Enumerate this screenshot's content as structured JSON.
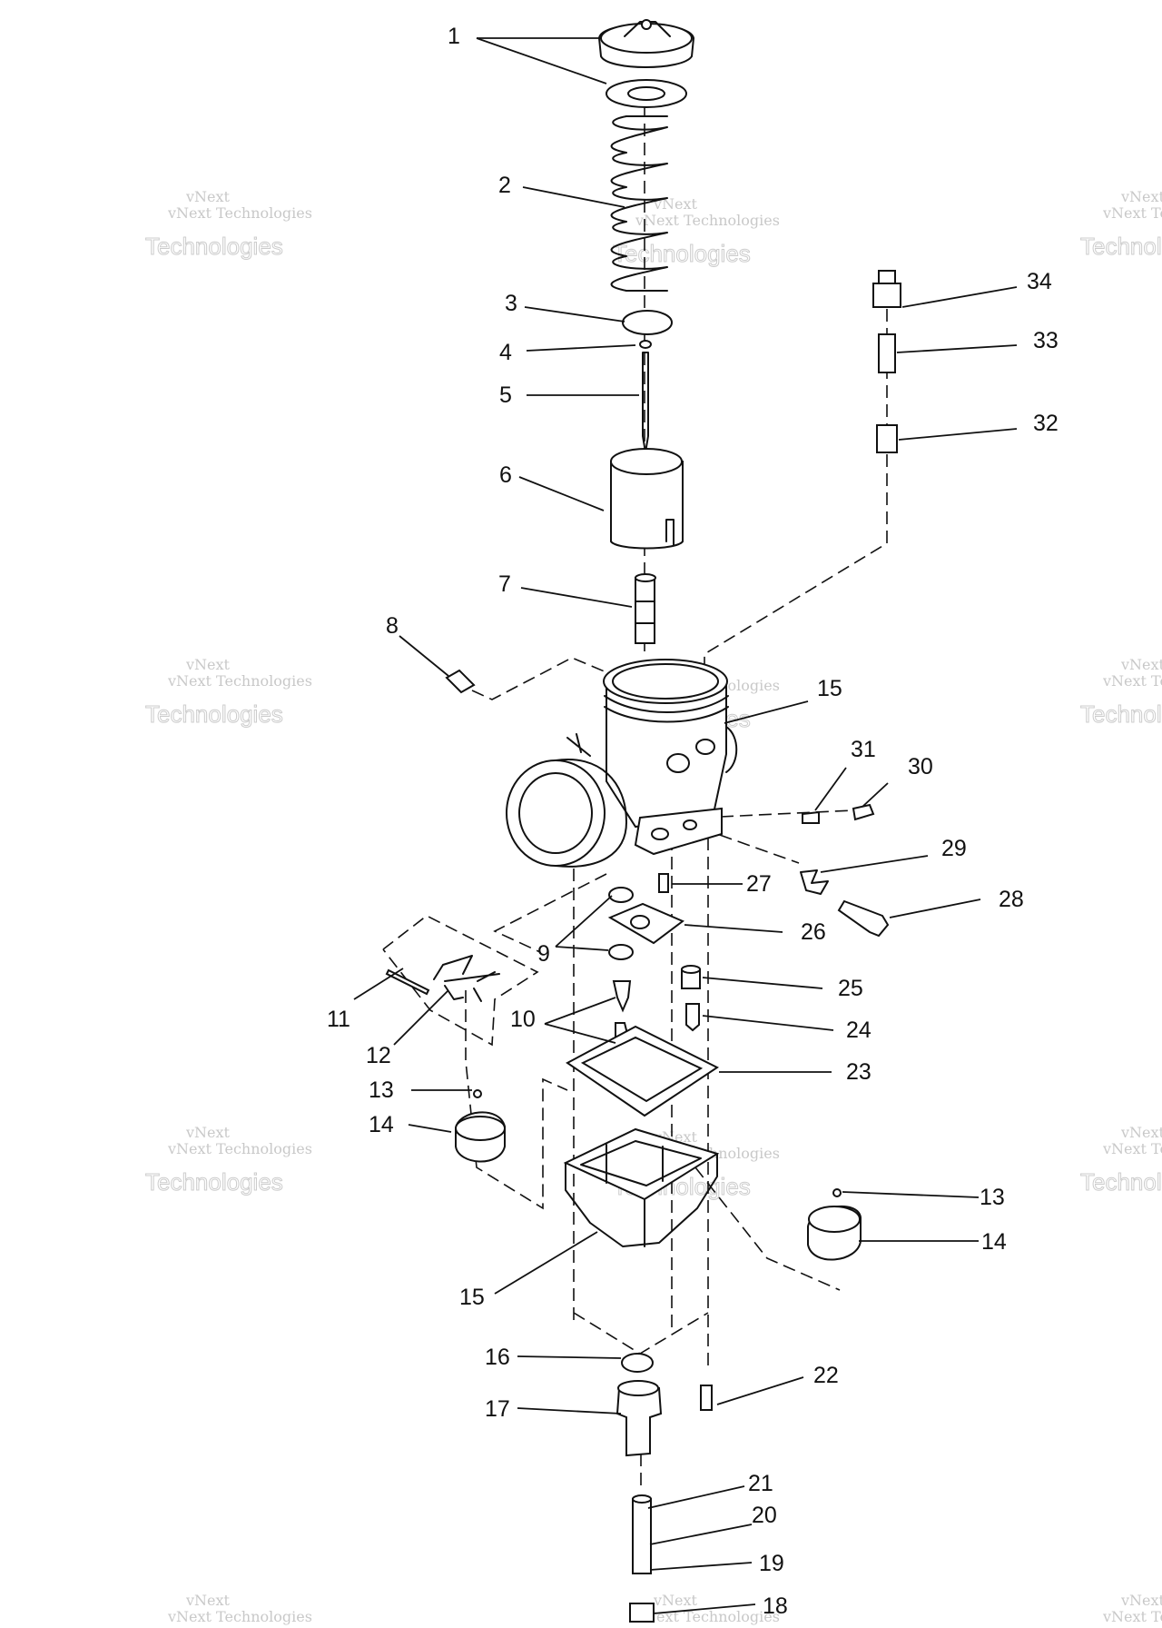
{
  "watermark": {
    "small_text": "vNext Technologies",
    "large_text": "Technologies",
    "top_text": "vNext"
  },
  "callouts": [
    "1",
    "2",
    "3",
    "4",
    "5",
    "6",
    "7",
    "8",
    "9",
    "10",
    "11",
    "12",
    "13",
    "14",
    "15",
    "15",
    "16",
    "17",
    "18",
    "19",
    "20",
    "21",
    "22",
    "23",
    "24",
    "25",
    "26",
    "27",
    "28",
    "29",
    "30",
    "31",
    "32",
    "33",
    "34",
    "13",
    "14"
  ]
}
